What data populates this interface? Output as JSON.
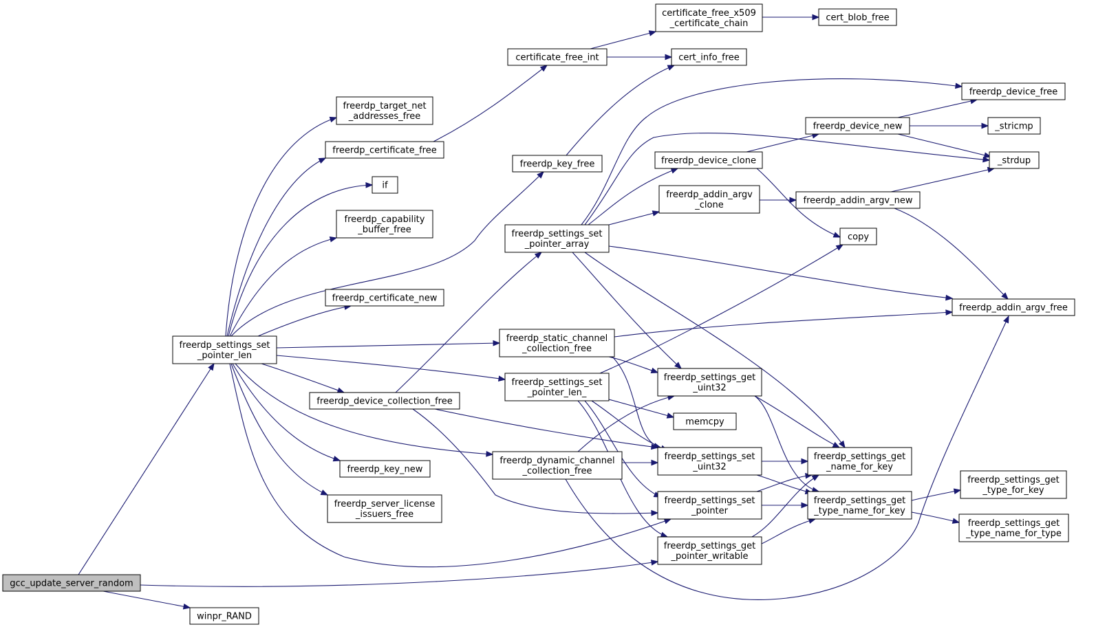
{
  "colors": {
    "edge": "#191970",
    "root_fill": "#bfbfbf",
    "node_fill": "#ffffff",
    "node_stroke": "#000000"
  },
  "nodes": [
    {
      "id": "gcc",
      "lines": [
        "gcc_update_server_random"
      ],
      "root": true
    },
    {
      "id": "winpr_rand",
      "lines": [
        "winpr_RAND"
      ]
    },
    {
      "id": "set_pointer_len",
      "lines": [
        "freerdp_settings_set",
        "_pointer_len"
      ]
    },
    {
      "id": "target_net",
      "lines": [
        "freerdp_target_net",
        "_addresses_free"
      ]
    },
    {
      "id": "cert_free",
      "lines": [
        "freerdp_certificate_free"
      ]
    },
    {
      "id": "if",
      "lines": [
        "if"
      ]
    },
    {
      "id": "cap_buf",
      "lines": [
        "freerdp_capability",
        "_buffer_free"
      ]
    },
    {
      "id": "cert_new",
      "lines": [
        "freerdp_certificate_new"
      ]
    },
    {
      "id": "dev_coll_free",
      "lines": [
        "freerdp_device_collection_free"
      ]
    },
    {
      "id": "key_new",
      "lines": [
        "freerdp_key_new"
      ]
    },
    {
      "id": "lic_free",
      "lines": [
        "freerdp_server_license",
        "_issuers_free"
      ]
    },
    {
      "id": "cert_free_int",
      "lines": [
        "certificate_free_int"
      ]
    },
    {
      "id": "cert_x509",
      "lines": [
        "certificate_free_x509",
        "_certificate_chain"
      ]
    },
    {
      "id": "cert_blob",
      "lines": [
        "cert_blob_free"
      ]
    },
    {
      "id": "cert_info",
      "lines": [
        "cert_info_free"
      ]
    },
    {
      "id": "key_free",
      "lines": [
        "freerdp_key_free"
      ]
    },
    {
      "id": "set_ptr_arr",
      "lines": [
        "freerdp_settings_set",
        "_pointer_array"
      ]
    },
    {
      "id": "static_free",
      "lines": [
        "freerdp_static_channel",
        "_collection_free"
      ]
    },
    {
      "id": "set_ptr_len_",
      "lines": [
        "freerdp_settings_set",
        "_pointer_len_"
      ]
    },
    {
      "id": "dyn_free",
      "lines": [
        "freerdp_dynamic_channel",
        "_collection_free"
      ]
    },
    {
      "id": "dev_free",
      "lines": [
        "freerdp_device_free"
      ]
    },
    {
      "id": "dev_new",
      "lines": [
        "freerdp_device_new"
      ]
    },
    {
      "id": "stricmp",
      "lines": [
        "_stricmp"
      ]
    },
    {
      "id": "strdup",
      "lines": [
        "_strdup"
      ]
    },
    {
      "id": "dev_clone",
      "lines": [
        "freerdp_device_clone"
      ]
    },
    {
      "id": "argv_clone",
      "lines": [
        "freerdp_addin_argv",
        "_clone"
      ]
    },
    {
      "id": "argv_new",
      "lines": [
        "freerdp_addin_argv_new"
      ]
    },
    {
      "id": "copy",
      "lines": [
        "copy"
      ]
    },
    {
      "id": "argv_free",
      "lines": [
        "freerdp_addin_argv_free"
      ]
    },
    {
      "id": "get_uint32",
      "lines": [
        "freerdp_settings_get",
        "_uint32"
      ]
    },
    {
      "id": "memcpy",
      "lines": [
        "memcpy"
      ]
    },
    {
      "id": "set_uint32",
      "lines": [
        "freerdp_settings_set",
        "_uint32"
      ]
    },
    {
      "id": "set_pointer",
      "lines": [
        "freerdp_settings_set",
        "_pointer"
      ]
    },
    {
      "id": "get_ptr_w",
      "lines": [
        "freerdp_settings_get",
        "_pointer_writable"
      ]
    },
    {
      "id": "get_name",
      "lines": [
        "freerdp_settings_get",
        "_name_for_key"
      ]
    },
    {
      "id": "get_tname",
      "lines": [
        "freerdp_settings_get",
        "_type_name_for_key"
      ]
    },
    {
      "id": "get_type",
      "lines": [
        "freerdp_settings_get",
        "_type_for_key"
      ]
    },
    {
      "id": "get_tname_t",
      "lines": [
        "freerdp_settings_get",
        "_type_name_for_type"
      ]
    }
  ]
}
